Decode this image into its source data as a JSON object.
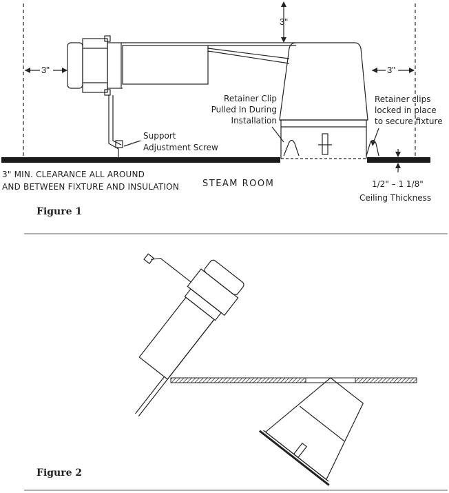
{
  "figure1": {
    "caption": "Figure 1",
    "dim_top": "3\"",
    "dim_left": "3\"",
    "dim_right": "3\"",
    "support_screw": [
      "Support",
      "Adjustment Screw"
    ],
    "retainer_clip_install": [
      "Retainer Clip",
      "Pulled In During",
      "Installation"
    ],
    "retainer_clips_locked": [
      "Retainer clips",
      "locked in place",
      "to secure fixture"
    ],
    "clearance_note": [
      "3\" MIN. CLEARANCE ALL AROUND",
      "AND BETWEEN FIXTURE AND INSULATION"
    ],
    "room_label": "STEAM ROOM",
    "ceiling_thickness": {
      "min": "1/2\"",
      "max": "1 1/8\"",
      "label": "Ceiling Thickness"
    }
  },
  "figure2": {
    "caption": "Figure 2"
  },
  "colors": {
    "line": "#222222",
    "divider": "#b0b0b0",
    "ceiling": "#1a1a1a"
  }
}
